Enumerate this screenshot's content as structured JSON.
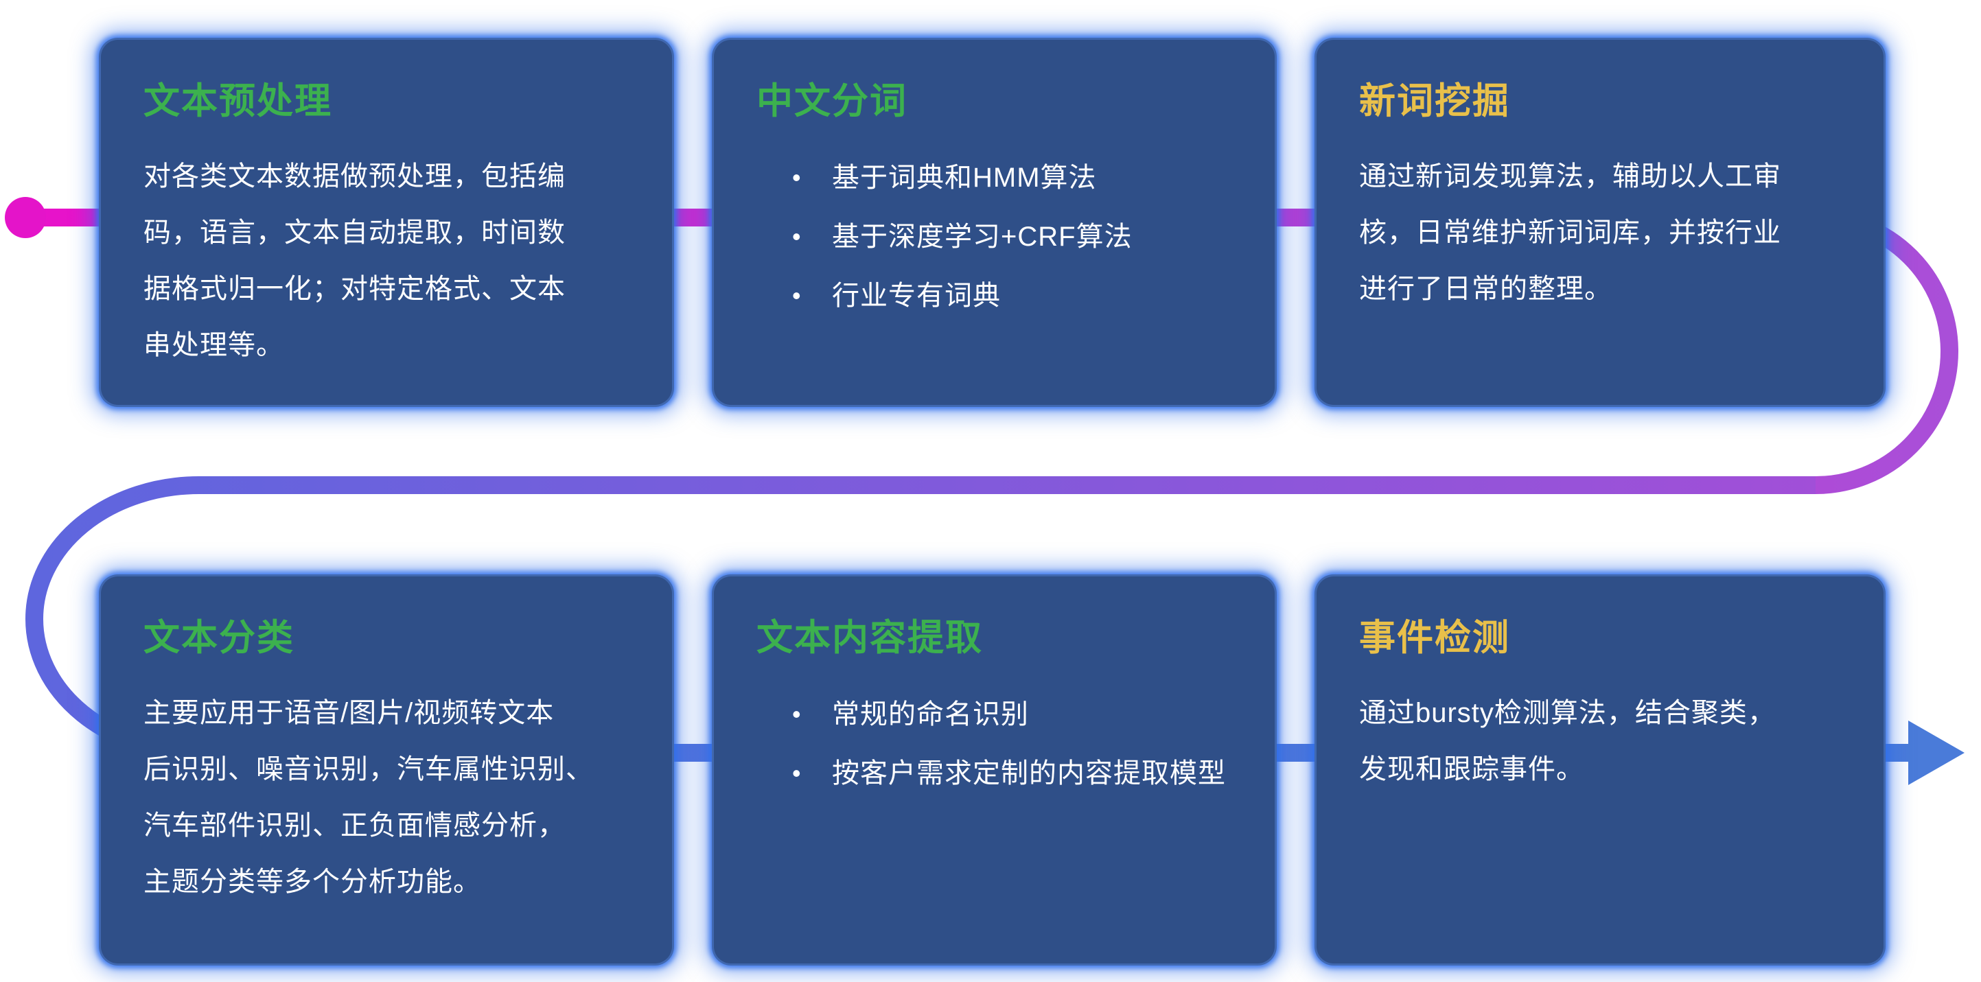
{
  "connector": {
    "start_dot_color": "#E414C9",
    "gradient_stops": [
      "#E812CA",
      "#A94FD8",
      "#5E66DE",
      "#4A7BD9"
    ],
    "arrow_color": "#4A7BD9"
  },
  "colors": {
    "page_bg": "#FFFFFF",
    "card_bg": "#2F4F88",
    "card_glow": "#2F70EC",
    "title_green": "#3CB14E",
    "title_yellow": "#E9C04A",
    "body_text": "#FFFFFF"
  },
  "cards": [
    {
      "title": "文本预处理",
      "accent": "green",
      "body_lines": [
        "对各类文本数据做预处理，包括编",
        "码，语言，文本自动提取，时间数",
        "据格式归一化；对特定格式、文本",
        "串处理等。"
      ]
    },
    {
      "title": "中文分词",
      "accent": "green",
      "bullets": [
        "基于词典和HMM算法",
        "基于深度学习+CRF算法",
        "行业专有词典"
      ]
    },
    {
      "title": "新词挖掘",
      "accent": "yellow",
      "body_lines": [
        "通过新词发现算法，辅助以人工审",
        "核，日常维护新词词库，并按行业",
        "进行了日常的整理。"
      ]
    },
    {
      "title": "文本分类",
      "accent": "green",
      "body_lines": [
        "主要应用于语音/图片/视频转文本",
        "后识别、噪音识别，汽车属性识别、",
        "汽车部件识别、正负面情感分析，",
        "主题分类等多个分析功能。"
      ]
    },
    {
      "title": "文本内容提取",
      "accent": "green",
      "bullets": [
        "常规的命名识别",
        "按客户需求定制的内容提取模型"
      ]
    },
    {
      "title": "事件检测",
      "accent": "yellow",
      "body_lines": [
        "通过bursty检测算法，结合聚类，",
        "发现和跟踪事件。"
      ]
    }
  ]
}
